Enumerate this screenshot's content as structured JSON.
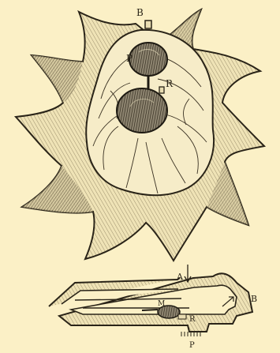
{
  "figure": {
    "background": "#fbf0c6",
    "ink": "#2a2418",
    "top_labels": {
      "b": "B",
      "p": "P",
      "r": "R"
    },
    "bottom_labels": {
      "a": "A",
      "b": "B",
      "m": "M",
      "r": "R",
      "p": "P"
    }
  }
}
